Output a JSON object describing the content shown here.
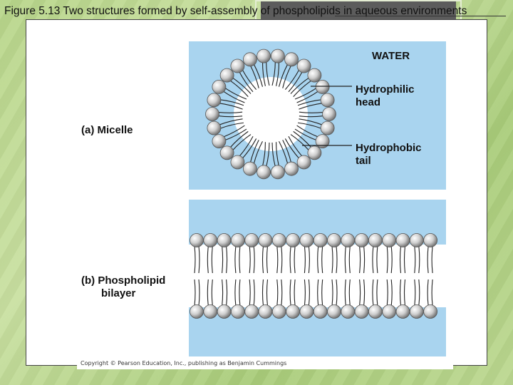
{
  "slide": {
    "title": "Figure 5.13  Two structures formed by self-assembly of phospholipids in aqueous environments"
  },
  "figure": {
    "water_label": "WATER",
    "hydrophilic_label_line1": "Hydrophilic",
    "hydrophilic_label_line2": "head",
    "hydrophobic_label_line1": "Hydrophobic",
    "hydrophobic_label_line2": "tail",
    "micelle_label": "(a) Micelle",
    "bilayer_label_line1": "(b) Phospholipid",
    "bilayer_label_line2": "bilayer",
    "copyright": "Copyright © Pearson Education, Inc., publishing as Benjamin Cummings"
  },
  "colors": {
    "water_blue": "#a9d4ef",
    "head_gray": "#c8c8c8",
    "background_green": "#b8d68a"
  }
}
